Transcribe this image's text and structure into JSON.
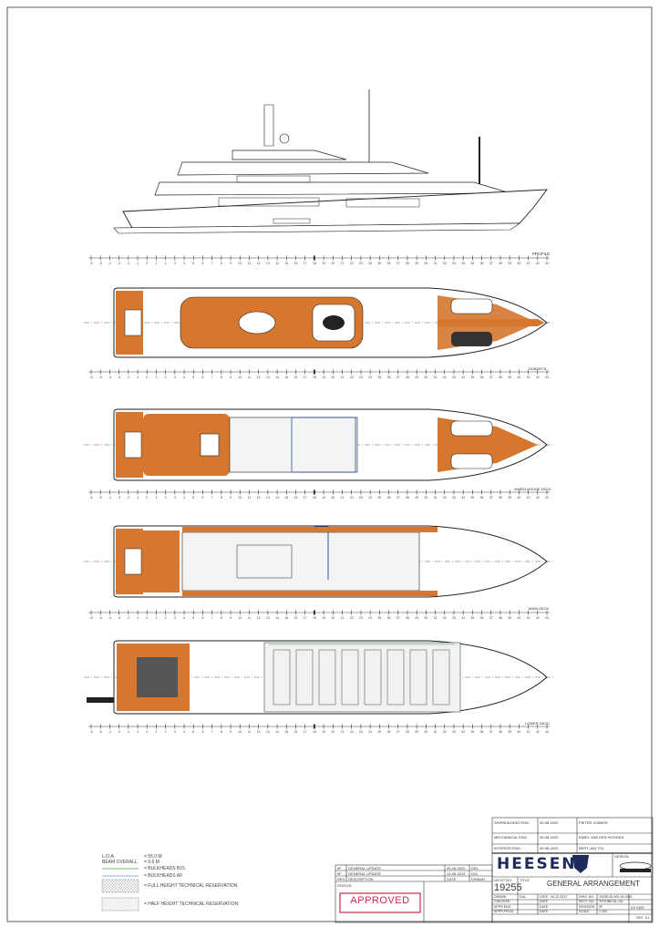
{
  "views": [
    {
      "label": "PROFILE"
    },
    {
      "label": "SUNDECK"
    },
    {
      "label": "WHEELHOUSE DECK"
    },
    {
      "label": "MAIN DECK"
    },
    {
      "label": "LOWER DECK"
    }
  ],
  "ruler": {
    "start": -6,
    "end": 43
  },
  "colors": {
    "teak": "#d5772f",
    "line": "#222222",
    "bulkhead_bis": "#3fae4a",
    "bulkhead_ad": "#6a8fd8",
    "approved": "#d0284a"
  },
  "legend": {
    "loa_label": "L.O.A.",
    "loa_value": "= 55.0 M",
    "beam_label": "BEAM OVERALL",
    "beam_value": "= 9.6 M",
    "bulkhead_bis": "= BULKHEADS B15",
    "bulkhead_ad": "= BULKHEADS A0",
    "full_height": "= FULL HEIGHT TECHNICAL RESERVATION",
    "half_height": "= HALF HEIGHT TECHNICAL RESERVATION"
  },
  "approvals": [
    {
      "role": "SHIPBUILDING ENG.",
      "date": "05-08-2020",
      "name": "PIETER JONKER"
    },
    {
      "role": "MECHANICAL ENG.",
      "date": "05-08-2020",
      "name": "EMIEL VAN DEN HOOGEN"
    },
    {
      "role": "INTERIOR ENG.",
      "date": "05-08-2020",
      "name": "BERT-JAN TOL"
    }
  ],
  "brand": "HEESEN",
  "design_label": "DESIGN:",
  "yacht_no_label": "YACHT NO.",
  "yacht_no": "19255",
  "title_label": "TITLE",
  "title": "GENERAL ARRANGEMENT",
  "fields": [
    {
      "k": "DRAWN",
      "v": "DAL",
      "k2": "DATE",
      "v2": "04-12-2017",
      "k3": "DWG. NO.",
      "v3": "19255-00-000-00-0001"
    },
    {
      "k": "CHECKED",
      "v": "",
      "k2": "DATE",
      "v2": "",
      "k3": "SECT. NO.",
      "v3": "TECHNICAL GA"
    },
    {
      "k": "APPR.ENG.",
      "v": "",
      "k2": "DATE",
      "v2": "",
      "k3": "REVISION",
      "v3": "9F"
    },
    {
      "k": "APPR.PROD.",
      "v": "",
      "k2": "DATE",
      "v2": "",
      "k3": "SCALE",
      "v3": "1:100"
    }
  ],
  "sheet_size": "A3 SIZE",
  "sheet": "SHT. 01",
  "revisions": [
    {
      "rev": "9F",
      "desc": "GENERAL UPDATE",
      "date": "05-08-2020",
      "by": "DRL"
    },
    {
      "rev": "9F",
      "desc": "GENERAL UPDATE",
      "date": "14-05-2019",
      "by": "DVL"
    },
    {
      "rev": "REV.",
      "desc": "DESCRIPTION",
      "date": "DATE",
      "by": "DRAWN"
    }
  ],
  "status_label": "STATUS:",
  "status": "APPROVED"
}
